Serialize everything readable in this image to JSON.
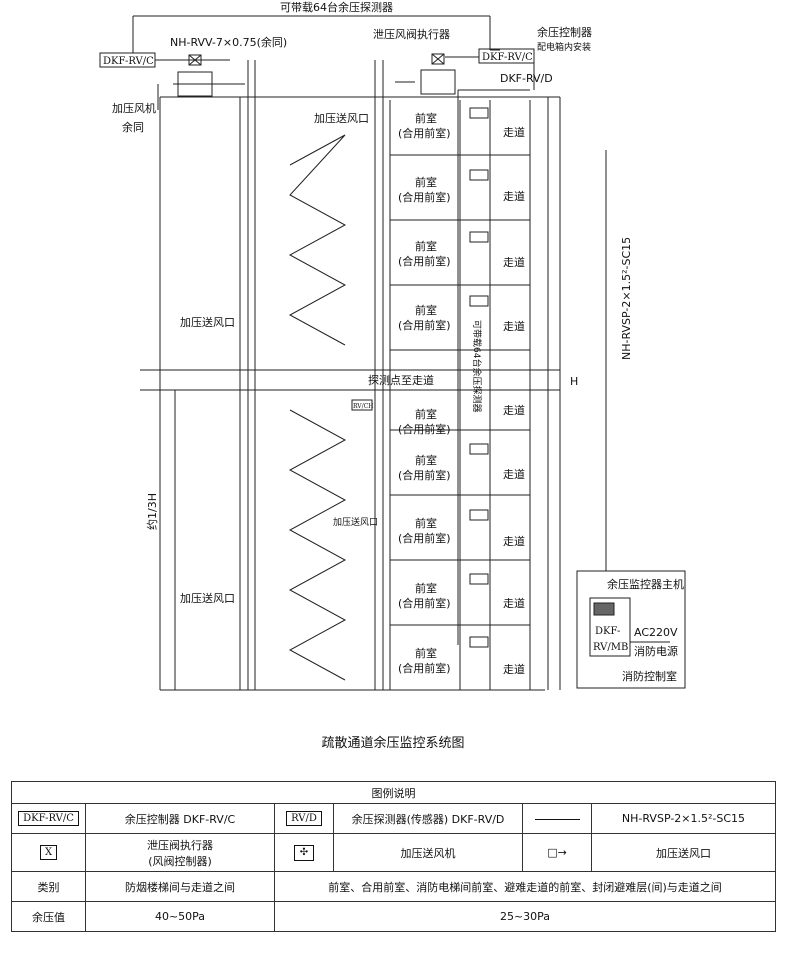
{
  "diagram": {
    "top_label": "可带载64台余压探测器",
    "left_controller": "DKF-RV/C",
    "cable_left": "NH-RVV-7×0.75(余同)",
    "fan_label": "加压风机",
    "same_label": "余同",
    "valve_actuator_label": "泄压风阀执行器",
    "right_controller": "DKF-RV/C",
    "controller_label": "余压控制器",
    "controller_sub": "配电箱内安装",
    "detector_model": "DKF-RV/D",
    "detector_box": "RV/D",
    "rv_ch": "RV/CH",
    "outlet_label": "加压送风口",
    "front_room": "前室",
    "shared_front_room": "(合用前室)",
    "corridor": "走道",
    "probe_note": "探测点至走道",
    "riser_note": "可带载64台余压探测器",
    "riser_cable": "NH-RVSP-2×1.5²-SC15",
    "height_H": "H",
    "height_third": "约1/3H",
    "host_title": "余压监控器主机",
    "host_model_1": "DKF-",
    "host_model_2": "RV/MB",
    "power": "AC220V",
    "fire_power": "消防电源",
    "control_room": "消防控制室"
  },
  "caption": "疏散通道余压监控系统图",
  "legend": {
    "title": "图例说明",
    "sym_controller": "DKF-RV/C",
    "desc_controller": "余压控制器  DKF-RV/C",
    "sym_detector": "RV/D",
    "desc_detector": "余压探测器(传感器) DKF-RV/D",
    "desc_cable": "NH-RVSP-2×1.5²-SC15",
    "sym_valve": "X",
    "desc_valve_1": "泄压阀执行器",
    "desc_valve_2": "(风阀控制器)",
    "desc_fan": "加压送风机",
    "desc_outlet": "加压送风口",
    "category_label": "类别",
    "category_1": "防烟楼梯间与走道之间",
    "category_2": "前室、合用前室、消防电梯间前室、避难走道的前室、封闭避难层(间)与走道之间",
    "value_label": "余压值",
    "value_1": "40~50Pa",
    "value_2": "25~30Pa"
  }
}
